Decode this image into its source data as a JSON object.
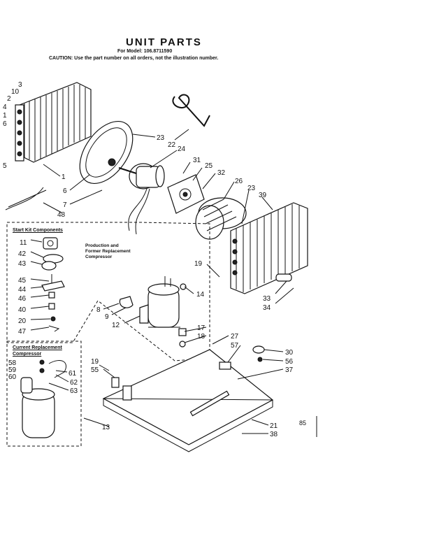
{
  "header": {
    "title": "UNIT PARTS",
    "model": "For Model: 106.8711590",
    "caution": "CAUTION: Use the part number on all orders, not the illustration number."
  },
  "boxes": {
    "start_kit": "Start Kit Components",
    "current_replacement": "Current Replacement Compressor"
  },
  "notes": {
    "production": [
      "Production and",
      "Former Replacement",
      "Compressor"
    ]
  },
  "page_code": "85",
  "callouts": [
    {
      "id": "c3",
      "text": "3"
    },
    {
      "id": "c10",
      "text": "10"
    },
    {
      "id": "c2",
      "text": "2"
    },
    {
      "id": "c4",
      "text": "4"
    },
    {
      "id": "c1a",
      "text": "1"
    },
    {
      "id": "c6a",
      "text": "6"
    },
    {
      "id": "c5",
      "text": "5"
    },
    {
      "id": "c1",
      "text": "1"
    },
    {
      "id": "c6",
      "text": "6"
    },
    {
      "id": "c7",
      "text": "7"
    },
    {
      "id": "c48",
      "text": "48"
    },
    {
      "id": "c23a",
      "text": "23"
    },
    {
      "id": "c22",
      "text": "22"
    },
    {
      "id": "c24",
      "text": "24"
    },
    {
      "id": "c31",
      "text": "31"
    },
    {
      "id": "c25",
      "text": "25"
    },
    {
      "id": "c32",
      "text": "32"
    },
    {
      "id": "c26",
      "text": "26"
    },
    {
      "id": "c23b",
      "text": "23"
    },
    {
      "id": "c39",
      "text": "39"
    },
    {
      "id": "c11",
      "text": "11"
    },
    {
      "id": "c42",
      "text": "42"
    },
    {
      "id": "c43",
      "text": "43"
    },
    {
      "id": "c45",
      "text": "45"
    },
    {
      "id": "c44",
      "text": "44"
    },
    {
      "id": "c46",
      "text": "46"
    },
    {
      "id": "c40",
      "text": "40"
    },
    {
      "id": "c20",
      "text": "20"
    },
    {
      "id": "c47",
      "text": "47"
    },
    {
      "id": "c19a",
      "text": "19"
    },
    {
      "id": "c14",
      "text": "14"
    },
    {
      "id": "c8",
      "text": "8"
    },
    {
      "id": "c9",
      "text": "9"
    },
    {
      "id": "c12",
      "text": "12"
    },
    {
      "id": "c17",
      "text": "17"
    },
    {
      "id": "c18",
      "text": "18"
    },
    {
      "id": "c33",
      "text": "33"
    },
    {
      "id": "c34",
      "text": "34"
    },
    {
      "id": "c27",
      "text": "27"
    },
    {
      "id": "c57",
      "text": "57"
    },
    {
      "id": "c30",
      "text": "30"
    },
    {
      "id": "c56",
      "text": "56"
    },
    {
      "id": "c37",
      "text": "37"
    },
    {
      "id": "c58",
      "text": "58"
    },
    {
      "id": "c59",
      "text": "59"
    },
    {
      "id": "c60",
      "text": "60"
    },
    {
      "id": "c61",
      "text": "61"
    },
    {
      "id": "c62",
      "text": "62"
    },
    {
      "id": "c63",
      "text": "63"
    },
    {
      "id": "c19b",
      "text": "19"
    },
    {
      "id": "c55",
      "text": "55"
    },
    {
      "id": "c13",
      "text": "13"
    },
    {
      "id": "c21",
      "text": "21"
    },
    {
      "id": "c38",
      "text": "38"
    }
  ]
}
